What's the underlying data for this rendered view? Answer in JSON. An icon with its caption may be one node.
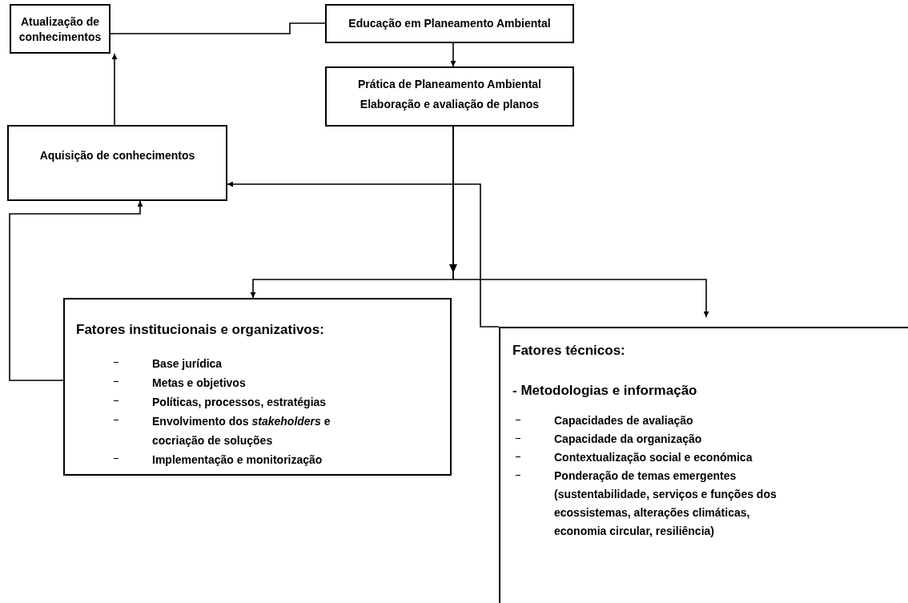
{
  "diagram": {
    "nodes": [
      {
        "text": [
          "Atualização de conhecimentos"
        ]
      },
      {
        "text": [
          "Educação em Planeamento Ambiental"
        ]
      },
      {
        "text": [
          "Prática de Planeamento Ambiental",
          "Elaboração e avaliação de planos"
        ]
      },
      {
        "text": [
          "Aquisição de conhecimentos"
        ]
      },
      {
        "text": [
          "Fatores institucionais e organizativos:",
          "Base jurídica",
          "Metas e objetivos",
          "Políticas, processos, estratégias",
          "Envolvimento dos *stakeholders* e cocriação de soluções",
          "Implementação e monitorização"
        ]
      },
      {
        "text": [
          "Fatores técnicos:",
          "- Metodologias e informação",
          "Capacidades de avaliação",
          "Capacidade da organização",
          "Contextualização social e económica",
          "Ponderação de temas emergentes (sustentabilidade, serviços e funções dos ecossistemas, alterações climáticas,  economia circular, resiliência)"
        ]
      }
    ],
    "edges": [
      {
        "from": 1,
        "to": 0,
        "arrow": "none"
      },
      {
        "from": 3,
        "to": 0,
        "arrow": "to"
      },
      {
        "from": 1,
        "to": 2,
        "arrow": "to"
      },
      {
        "from": 2,
        "to": 4,
        "arrow": "to"
      },
      {
        "from": 2,
        "to": 5,
        "arrow": "to"
      },
      {
        "from": 4,
        "to": 3,
        "arrow": "to"
      },
      {
        "from": 5,
        "to": 3,
        "arrow": "to"
      }
    ]
  }
}
